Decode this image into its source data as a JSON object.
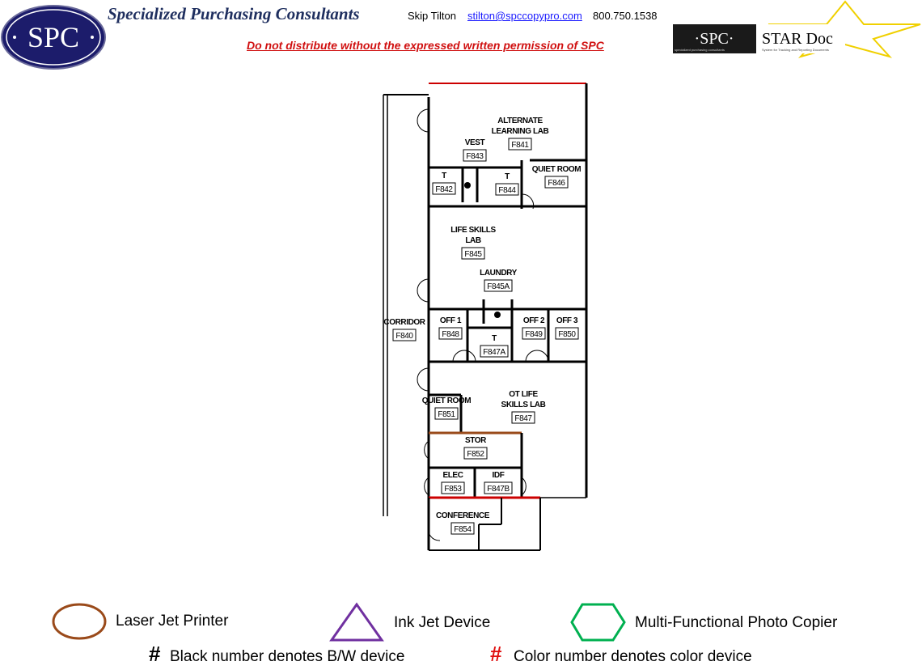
{
  "header": {
    "logo_text": "SPC",
    "company": "Specialized Purchasing Consultants",
    "contact_name": "Skip Tilton",
    "contact_email": "stilton@spccopypro.com",
    "contact_phone": "800.750.1538",
    "warning": "Do not distribute without the expressed written permission of SPC",
    "star_logo": {
      "spc": "·SPC·",
      "name": "STAR Doc",
      "tagline": "specialized purchasing consultants",
      "subtitle": "System for Tracking and Reporting Documents"
    }
  },
  "floorplan": {
    "rooms": [
      {
        "name": "ALTERNATE LEARNING LAB",
        "lines": [
          "ALTERNATE",
          "LEARNING LAB"
        ],
        "number": "F841"
      },
      {
        "name": "VEST",
        "lines": [
          "VEST"
        ],
        "number": "F843"
      },
      {
        "name": "T",
        "lines": [
          "T"
        ],
        "number": "F842"
      },
      {
        "name": "T",
        "lines": [
          "T"
        ],
        "number": "F844"
      },
      {
        "name": "QUIET ROOM",
        "lines": [
          "QUIET ROOM"
        ],
        "number": "F846"
      },
      {
        "name": "LIFE SKILLS LAB",
        "lines": [
          "LIFE SKILLS",
          "LAB"
        ],
        "number": "F845"
      },
      {
        "name": "LAUNDRY",
        "lines": [
          "LAUNDRY"
        ],
        "number": "F845A"
      },
      {
        "name": "CORRIDOR",
        "lines": [
          "CORRIDOR"
        ],
        "number": "F840"
      },
      {
        "name": "OFF 1",
        "lines": [
          "OFF 1"
        ],
        "number": "F848"
      },
      {
        "name": "T",
        "lines": [
          "T"
        ],
        "number": "F847A"
      },
      {
        "name": "OFF 2",
        "lines": [
          "OFF 2"
        ],
        "number": "F849"
      },
      {
        "name": "OFF 3",
        "lines": [
          "OFF 3"
        ],
        "number": "F850"
      },
      {
        "name": "QUIET ROOM",
        "lines": [
          "QUIET ROOM"
        ],
        "number": "F851"
      },
      {
        "name": "OT LIFE SKILLS LAB",
        "lines": [
          "OT LIFE",
          "SKILLS LAB"
        ],
        "number": "F847"
      },
      {
        "name": "STOR",
        "lines": [
          "STOR"
        ],
        "number": "F852"
      },
      {
        "name": "ELEC",
        "lines": [
          "ELEC"
        ],
        "number": "F853"
      },
      {
        "name": "IDF",
        "lines": [
          "IDF"
        ],
        "number": "F847B"
      },
      {
        "name": "CONFERENCE",
        "lines": [
          "CONFERENCE"
        ],
        "number": "F854"
      }
    ]
  },
  "legend": {
    "laser": {
      "label": "Laser Jet Printer",
      "color": "#9a4a1a"
    },
    "inkjet": {
      "label": "Ink Jet Device",
      "color": "#7030a0"
    },
    "copier": {
      "label": "Multi-Functional Photo Copier",
      "color": "#00b050"
    },
    "bw_symbol": "#",
    "bw_note": "Black number denotes B/W device",
    "color_symbol": "#",
    "color_note": "Color number denotes color device",
    "color_symbol_color": "#e01010"
  }
}
